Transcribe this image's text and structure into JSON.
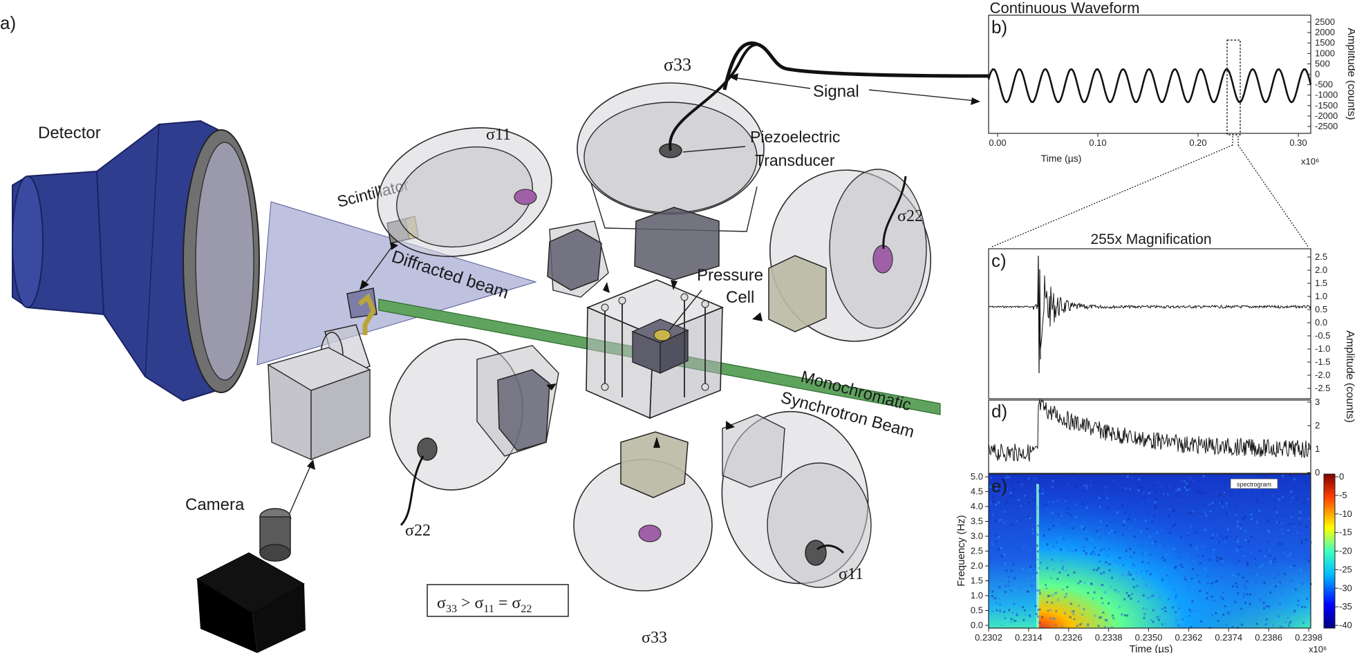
{
  "panel_a": {
    "label": "a)",
    "labels": {
      "detector": "Detector",
      "scintillator": "Scintillator",
      "diffracted_beam": "Diffracted beam",
      "camera": "Camera",
      "signal": "Signal",
      "piezo_line1": "Piezoelectric",
      "piezo_line2": "Transducer",
      "pressure_line1": "Pressure",
      "pressure_line2": "Cell",
      "mono_line1": "Monochromatic",
      "mono_line2": "Synchrotron Beam"
    },
    "sigma": {
      "s33": "σ33",
      "s11": "σ11",
      "s22": "σ22"
    },
    "relation": {
      "a": "σ",
      "a_sub": "33",
      "gt": " > ",
      "b": "σ",
      "b_sub": "11",
      "eq": " = ",
      "c": "σ",
      "c_sub": "22"
    },
    "colors": {
      "detector": "#2f3d8f",
      "beam": "#5fa35f",
      "cone": "#8a8fc4",
      "camera": "#0a0a0a"
    }
  },
  "panel_b": {
    "label": "b)",
    "title": "Continuous Waveform",
    "xlabel": "Time (µs)",
    "xexp": "x10⁶",
    "ylabel": "Amplitude (counts)",
    "xticks": [
      "0.00",
      "0.10",
      "0.20",
      "0.30"
    ],
    "yticks": [
      "2500",
      "2000",
      "1500",
      "1000",
      "500",
      "0",
      "-500",
      "-1000",
      "-1500",
      "-2000",
      "-2500"
    ]
  },
  "magnify": {
    "title": "255x Magnification"
  },
  "panel_c": {
    "label": "c)",
    "ylabel": "Amplitude (counts)",
    "yticks": [
      "2.5",
      "2.0",
      "1.5",
      "1.0",
      "0.5",
      "0.0",
      "-0.5",
      "-1.0",
      "-1.5",
      "-2.0",
      "-2.5"
    ]
  },
  "panel_d": {
    "label": "d)",
    "yticks": [
      "3",
      "2",
      "1",
      "0"
    ]
  },
  "panel_e": {
    "label": "e)",
    "legend": "spectrogram",
    "ylabel": "Frequency (Hz)",
    "xlabel": "Time (µs)",
    "xexp": "x10⁶",
    "xticks": [
      "0.2302",
      "0.2314",
      "0.2326",
      "0.2338",
      "0.2350",
      "0.2362",
      "0.2374",
      "0.2386",
      "0.2398"
    ],
    "yticks": [
      "5.0",
      "4.5",
      "4.0",
      "3.5",
      "3.0",
      "2.5",
      "2.0",
      "1.5",
      "1.0",
      "0.5",
      "0.0"
    ],
    "cbar_ticks": [
      "0",
      "-5",
      "-10",
      "-15",
      "-20",
      "-25",
      "-30",
      "-35",
      "-40"
    ]
  }
}
